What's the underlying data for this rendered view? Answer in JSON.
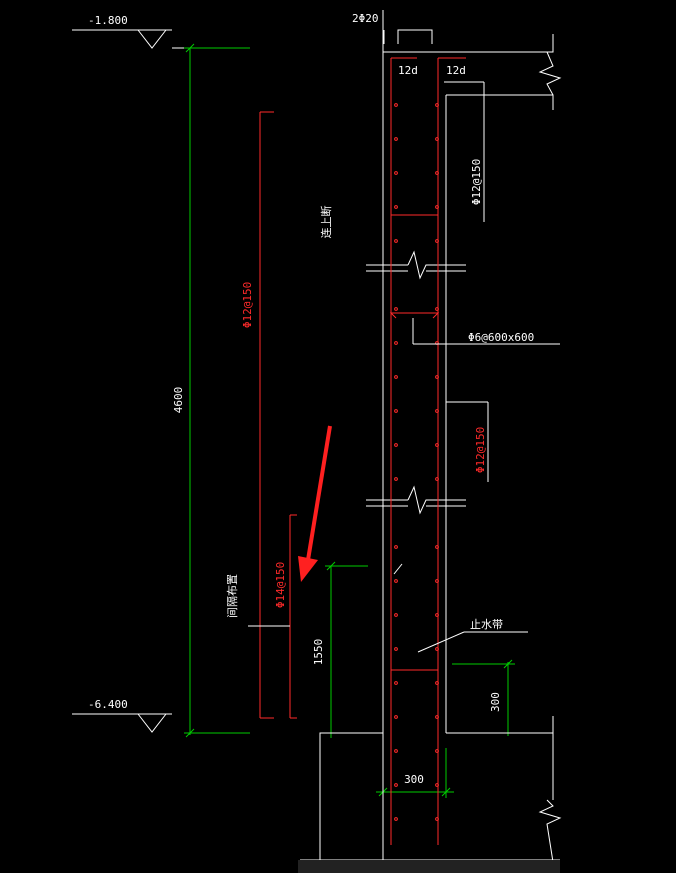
{
  "elevations": {
    "top": "-1.800",
    "bottom": "-6.400"
  },
  "dimensions": {
    "height_total": "4600",
    "height_lower": "1550",
    "wall_thickness": "300",
    "waterstop_offset": "300"
  },
  "rebar": {
    "top_bars": "2Φ20",
    "anchor_left": "12d",
    "anchor_right": "12d",
    "vertical_upper": "Φ12@150",
    "vertical_outer": "Φ12@150",
    "vertical_lower": "Φ12@150",
    "vertical_lower_outer": "Φ14@150",
    "tie": "Φ6@600x600"
  },
  "labels": {
    "break_label": "连上断",
    "spacing_label": "间隔布置",
    "waterstop": "止水带"
  },
  "colors": {
    "background": "#000000",
    "lines": "#ffffff",
    "dims": "#00cc00",
    "rebar": "#ff2a2a",
    "arrow": "#ff2020"
  }
}
